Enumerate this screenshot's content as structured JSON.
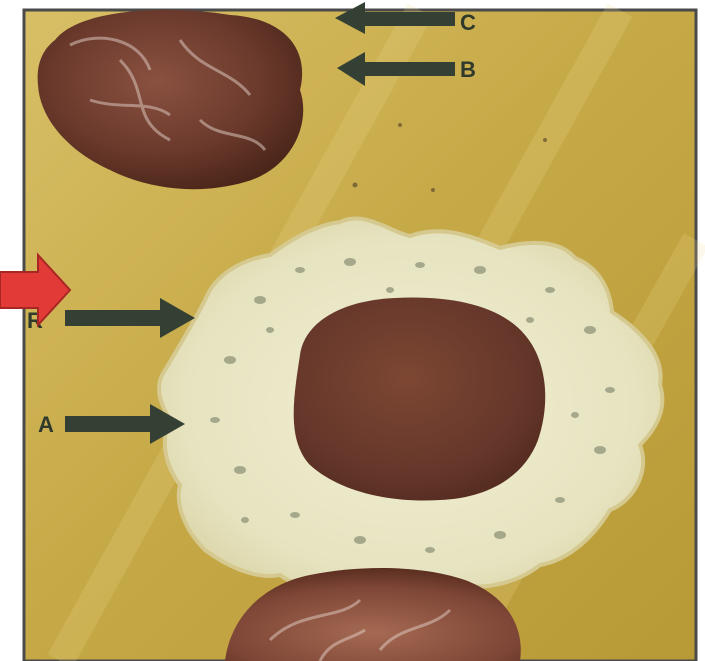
{
  "figure": {
    "labels": {
      "top": "C",
      "upper": "B",
      "middle": "R",
      "lower": "A"
    },
    "colors": {
      "background": "#c9ad4e",
      "frame_border": "#3b3b3b",
      "cell_dark": "#6b3a2c",
      "nucleus": "#6a3b2b",
      "cytoplasm": "#e9e6c4",
      "granules": "#8a8f74",
      "arrow_dark": "#354034",
      "arrow_red": "#e23a36"
    },
    "icons": {
      "pointer_arrows": "arrow-right-icon",
      "label_arrows": "arrow-left-icon",
      "highlight_arrow": "red-arrow-icon"
    }
  }
}
